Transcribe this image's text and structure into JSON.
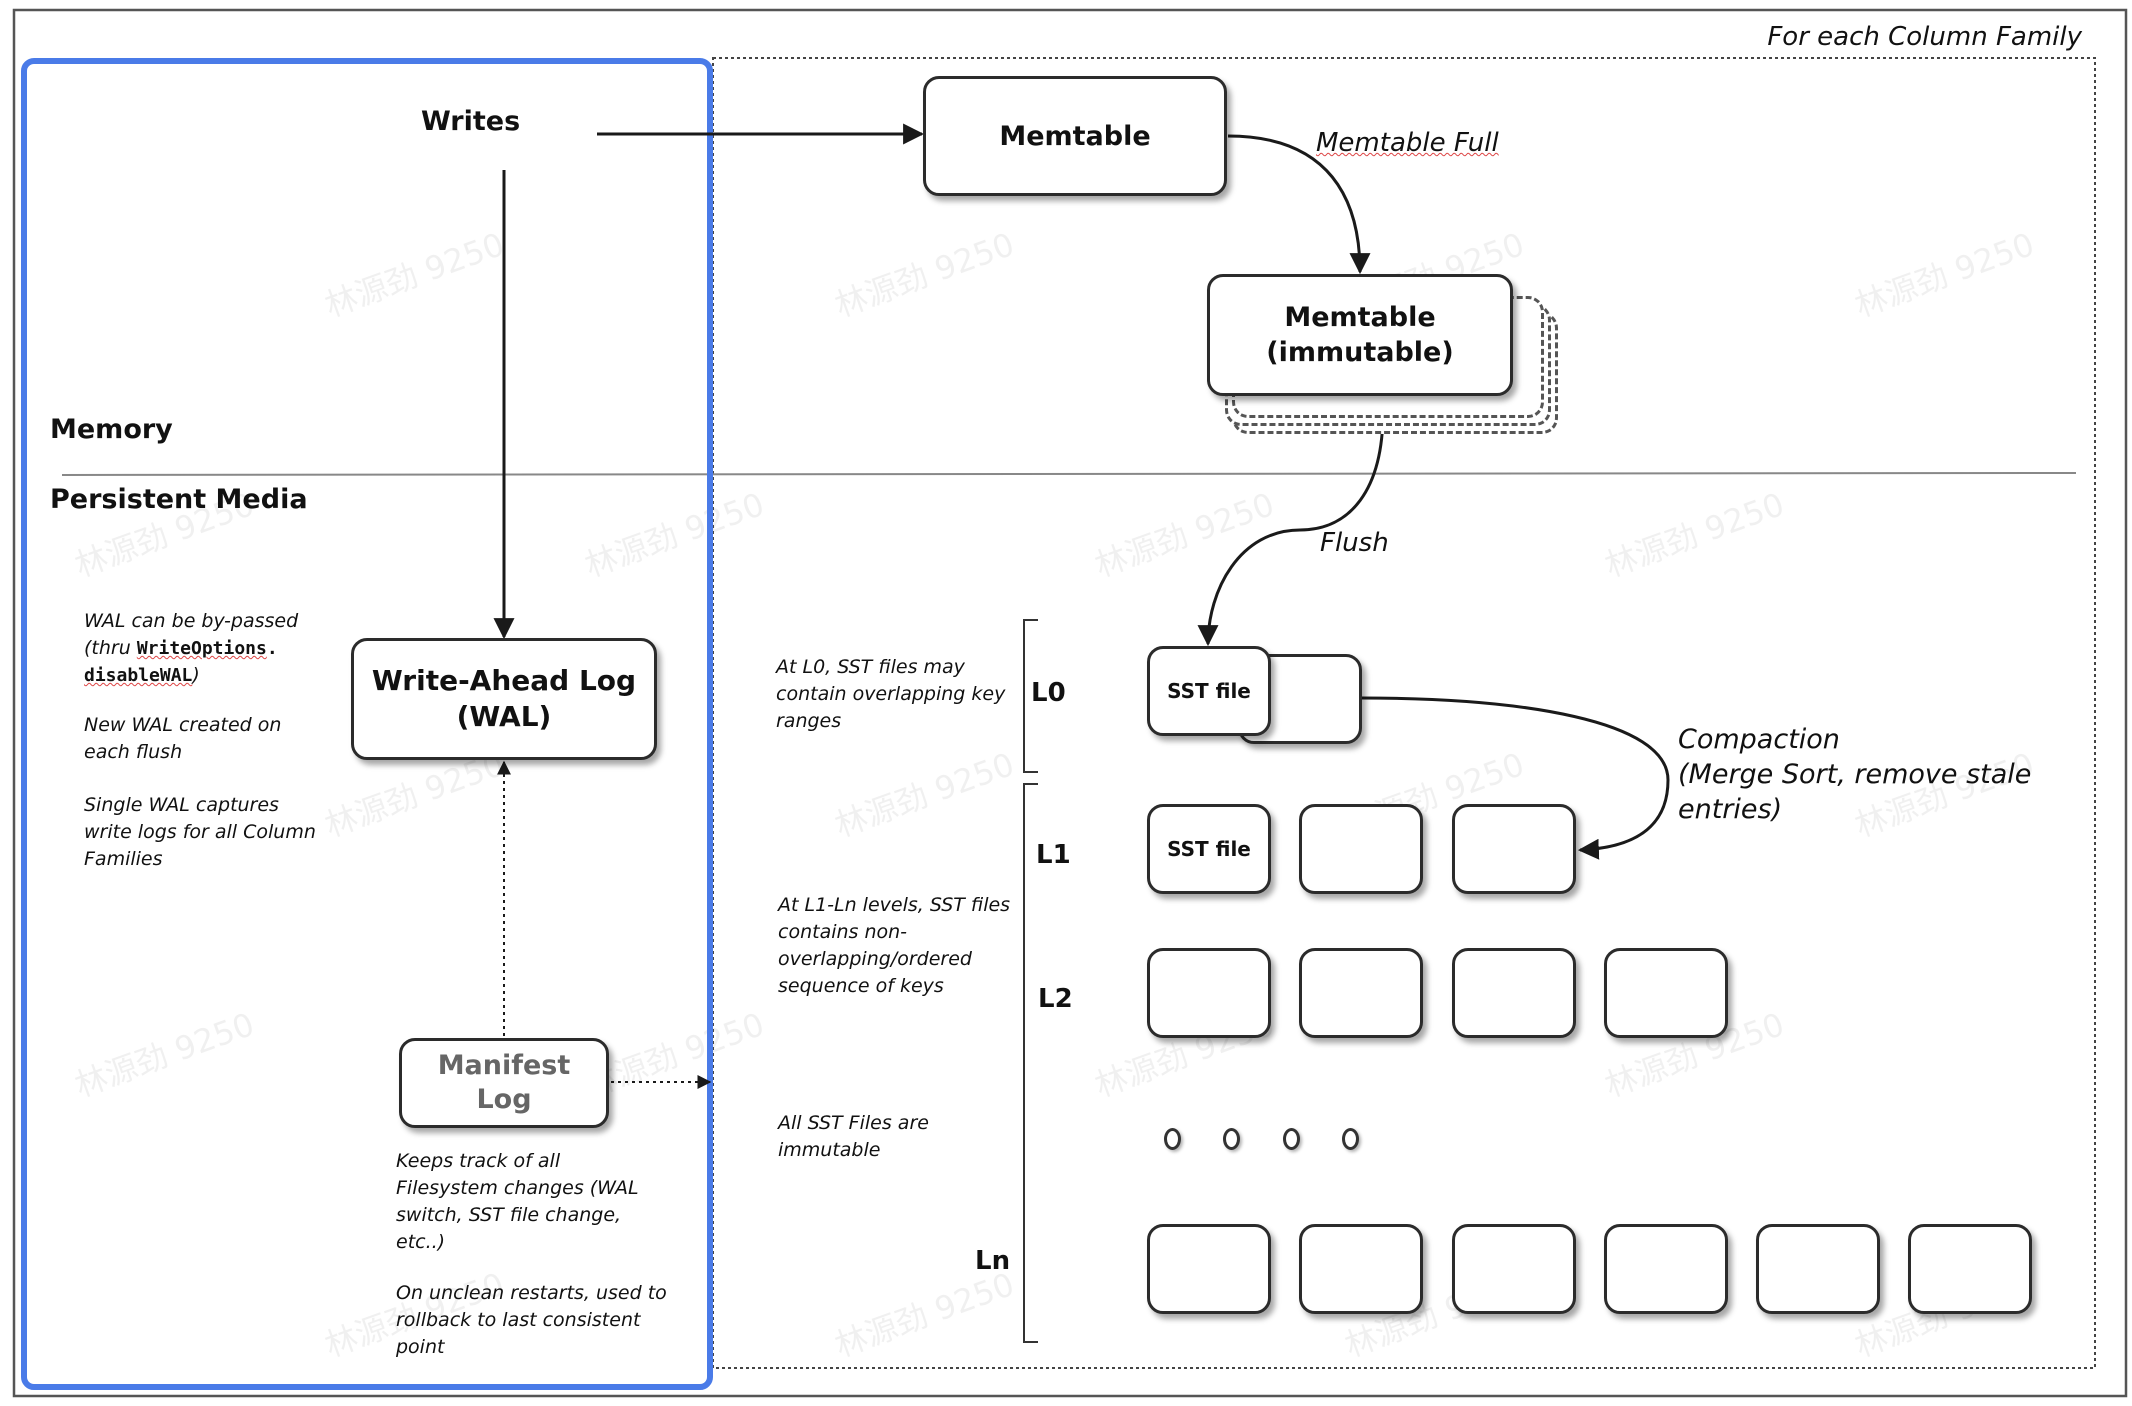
{
  "header": {
    "scope_label": "For each Column Family"
  },
  "regions": {
    "memory_label": "Memory",
    "persistent_label": "Persistent Media"
  },
  "nodes": {
    "writes": "Writes",
    "memtable": "Memtable",
    "memtable_immutable_line1": "Memtable",
    "memtable_immutable_line2": "(immutable)",
    "wal_line1": "Write-Ahead Log",
    "wal_line2": "(WAL)",
    "manifest_line1": "Manifest",
    "manifest_line2": "Log",
    "sst_file_l0": "SST file",
    "sst_file_l1": "SST file"
  },
  "edges": {
    "memtable_full": "Memtable Full",
    "flush": "Flush",
    "compaction_line1": "Compaction",
    "compaction_line2": "(Merge Sort, remove stale",
    "compaction_line3": "entries)"
  },
  "levels": {
    "l0": "L0",
    "l1": "L1",
    "l2": "L2",
    "ln": "Ln"
  },
  "wal_notes": {
    "bypass_line1": "WAL can be by-passed",
    "bypass_line2a": "(thru ",
    "bypass_code1": "WriteOptions",
    "bypass_dot": ".",
    "bypass_code2": "disableWAL",
    "bypass_close": ")",
    "new_wal_line1": "New WAL created on",
    "new_wal_line2": "each flush",
    "single_wal_line1": "Single WAL captures",
    "single_wal_line2": "write logs for all Column",
    "single_wal_line3": "Families"
  },
  "manifest_notes": {
    "track_line1": "Keeps track of all",
    "track_line2": "Filesystem changes (WAL",
    "track_line3": "switch, SST file change,",
    "track_line4": "etc..)",
    "restart_line1": "On unclean restarts, used to",
    "restart_line2": "rollback to last consistent",
    "restart_line3": "point"
  },
  "level_notes": {
    "l0_line1": "At L0, SST files may",
    "l0_line2": "contain overlapping key",
    "l0_line3": "ranges",
    "l1n_line1": "At L1-Ln levels, SST files",
    "l1n_line2": "contains non-",
    "l1n_line3": "overlapping/ordered",
    "l1n_line4": "sequence of keys",
    "immutable_line1": "All SST Files are",
    "immutable_line2": "immutable"
  },
  "watermark": "林源劲 9250",
  "colors": {
    "highlight_border": "#4a7be8",
    "line": "#1a1a1a"
  }
}
